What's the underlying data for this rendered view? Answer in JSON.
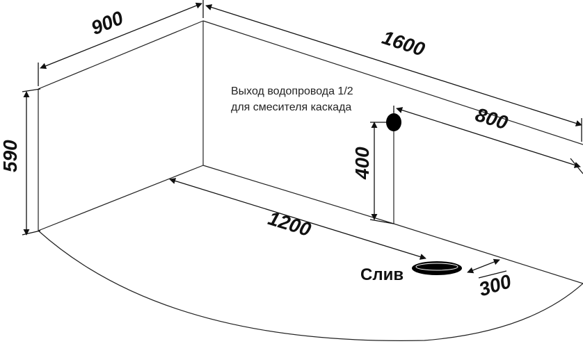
{
  "dimensions": {
    "width_top": "900",
    "length": "1600",
    "height": "590",
    "half_length": "800",
    "outlet_height": "400",
    "front_length": "1200",
    "drain_offset": "300"
  },
  "labels": {
    "outlet_line1": "Выход водопровода 1/2",
    "outlet_line2": "для смесителя каскада",
    "drain": "Слив"
  }
}
